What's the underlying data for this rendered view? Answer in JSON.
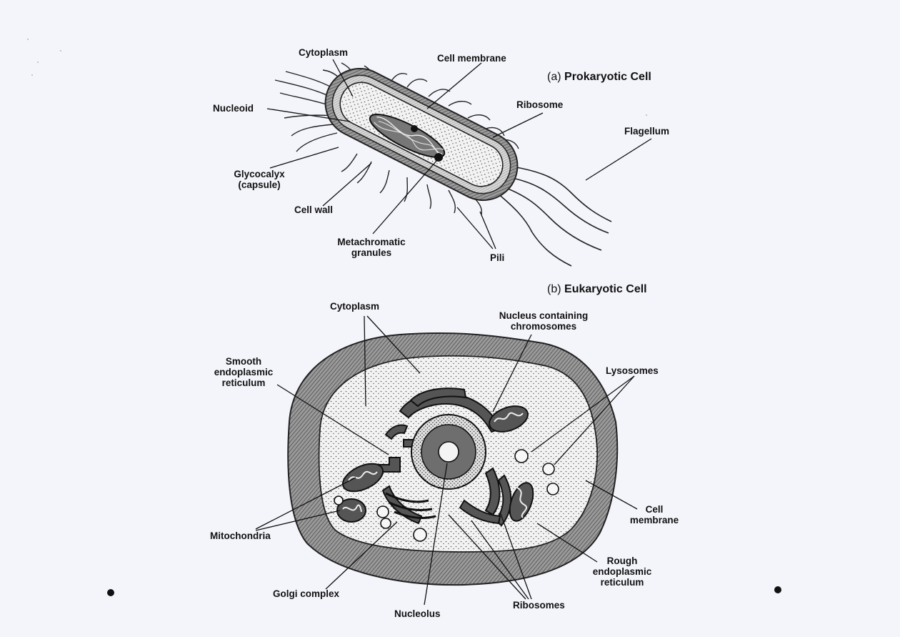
{
  "prokaryote": {
    "title_prefix": "(a)",
    "title_main": "Prokaryotic Cell",
    "labels": {
      "cytoplasm": "Cytoplasm",
      "cell_membrane": "Cell membrane",
      "nucleoid": "Nucleoid",
      "ribosome": "Ribosome",
      "flagellum": "Flagellum",
      "glycocalyx_line1": "Glycocalyx",
      "glycocalyx_line2": "(capsule)",
      "cell_wall": "Cell wall",
      "metachromatic_line1": "Metachromatic",
      "metachromatic_line2": "granules",
      "pili": "Pili"
    }
  },
  "eukaryote": {
    "title_prefix": "(b)",
    "title_main": "Eukaryotic Cell",
    "labels": {
      "cytoplasm": "Cytoplasm",
      "nucleus_line1": "Nucleus containing",
      "nucleus_line2": "chromosomes",
      "smooth_er_line1": "Smooth",
      "smooth_er_line2": "endoplasmic",
      "smooth_er_line3": "reticulum",
      "lysosomes": "Lysosomes",
      "cell_membrane_line1": "Cell",
      "cell_membrane_line2": "membrane",
      "mitochondria": "Mitochondria",
      "rough_er_line1": "Rough",
      "rough_er_line2": "endoplasmic",
      "rough_er_line3": "reticulum",
      "golgi": "Golgi complex",
      "nucleolus": "Nucleolus",
      "ribosomes": "Ribosomes"
    }
  }
}
